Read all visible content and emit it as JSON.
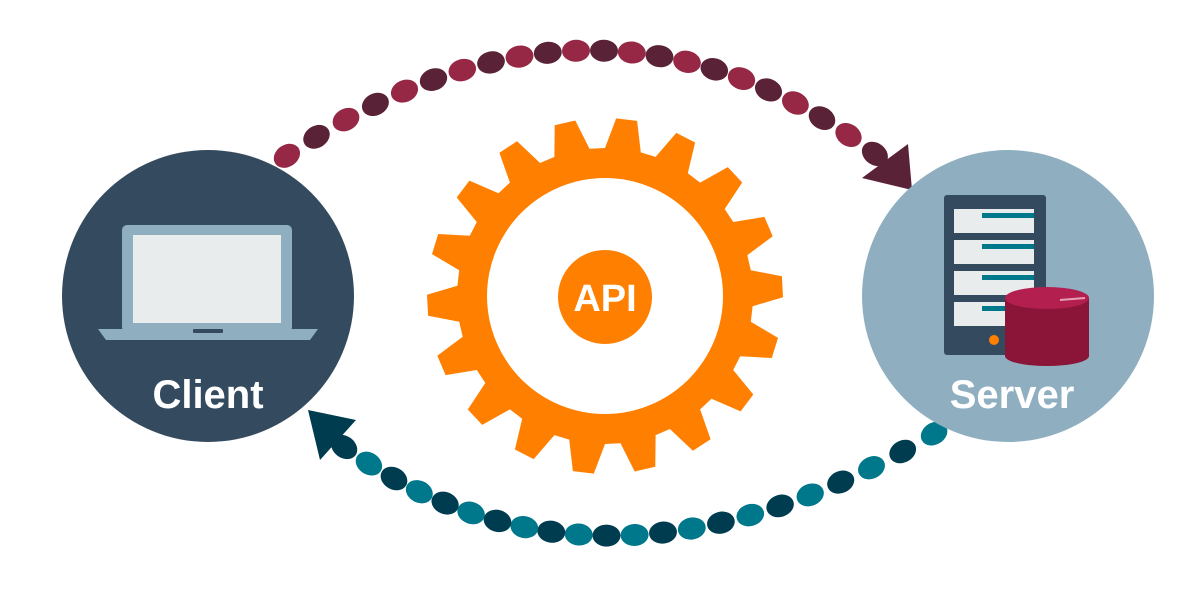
{
  "nodes": {
    "client": {
      "label": "Client",
      "fill": "#344b5f"
    },
    "server": {
      "label": "Server",
      "fill": "#8fafc1"
    },
    "api": {
      "label": "API",
      "gear_color": "#ff7f00"
    }
  },
  "arrows": {
    "request": {
      "from": "client",
      "to": "server",
      "colors": [
        "#962846",
        "#5a2236"
      ]
    },
    "response": {
      "from": "server",
      "to": "client",
      "colors": [
        "#00788c",
        "#003c50"
      ]
    }
  },
  "icons": {
    "client": "laptop-icon",
    "server": "server-rack-icon",
    "database": "database-icon",
    "api": "gear-icon"
  }
}
